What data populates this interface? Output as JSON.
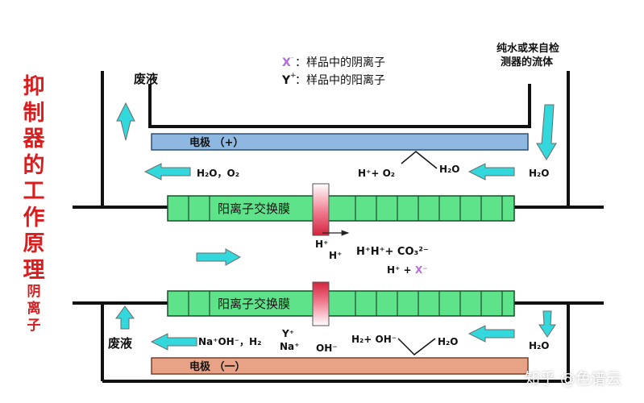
{
  "side_title": {
    "main": [
      "抑",
      "制",
      "器",
      "的",
      "工",
      "作",
      "原",
      "理"
    ],
    "sub": [
      "阴",
      "离",
      "子"
    ]
  },
  "legend": {
    "x_symbol": "X",
    "x_text": "：样品中的阴离子",
    "y_symbol": "Y",
    "y_text": "：样品中的阳离子"
  },
  "labels": {
    "waste_top": "废液",
    "waste_bottom": "废液",
    "inflow_line1": "纯水或来自检",
    "inflow_line2": "测器的流体",
    "electrode_top": "电极 （+）",
    "electrode_bottom": "电极 （一）",
    "membrane_top": "阳离子交换膜",
    "membrane_bottom": "阳离子交换膜"
  },
  "formulas": {
    "top_out": "H₂O，O₂",
    "top_mid": "H⁺+ O₂",
    "top_h2o": "H₂O",
    "top_right_h2o": "H₂O",
    "h_plus_a": "H⁺",
    "h_plus_b": "H⁺",
    "center_eq": "H⁺H⁺+ CO₃²⁻",
    "center_hx_h": "H⁺ +",
    "center_hx_x": "X⁻",
    "bottom_out": "Na⁺OH⁻，H₂",
    "y_plus": "Y⁺",
    "na_plus": "Na⁺",
    "oh_minus": "OH⁻",
    "bottom_mid": "H₂+ OH⁻",
    "bottom_h2o": "H₂O",
    "bottom_right_h2o": "H₂O"
  },
  "watermark": "知乎 @色谱云",
  "colors": {
    "title_red": "#d81e1e",
    "arrow_cyan": "#33d8dc",
    "electrode_pos": "#8fb8e0",
    "electrode_neg": "#e8a286",
    "membrane_green": "#5fe38a",
    "x_purple": "#b46cd6"
  }
}
